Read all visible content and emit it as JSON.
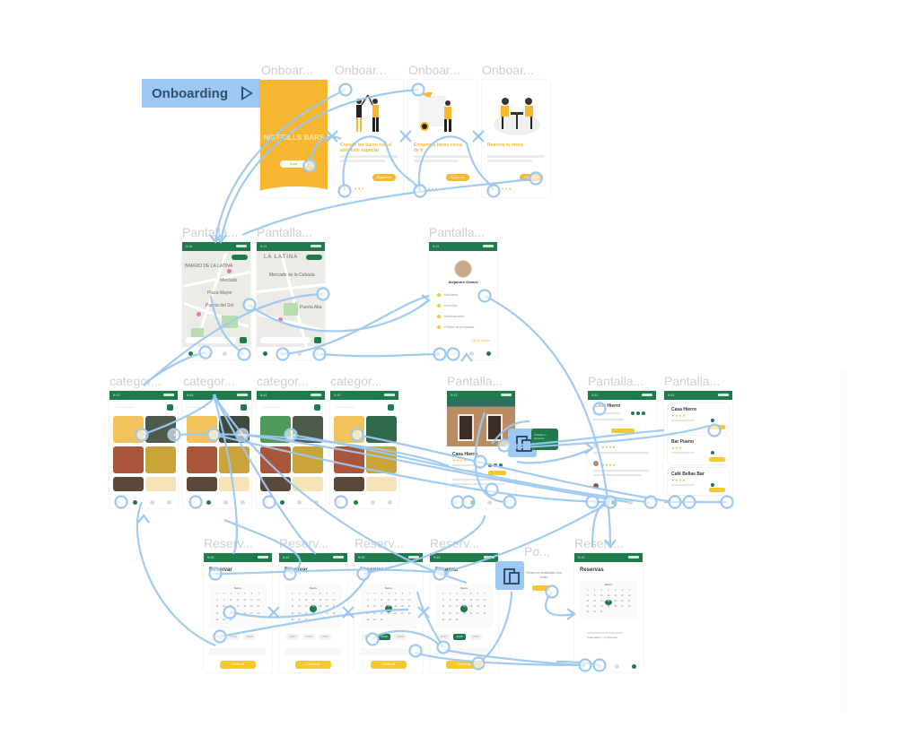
{
  "canvas": {
    "flow_start": {
      "label": "Onboarding",
      "icon": "play-icon"
    },
    "accent_colors": {
      "brand_green": "#1f7a4c",
      "brand_yellow": "#f7b731",
      "connector_blue": "#9cc8f2"
    }
  },
  "frames": {
    "onboarding": [
      {
        "title": "Onboar...",
        "splash_title": "NO-FRILLS BARS",
        "cta": "Start"
      },
      {
        "title": "Onboar...",
        "headline": "Conoce los bares con el ambiente especial",
        "cta": "Siguiente"
      },
      {
        "title": "Onboar...",
        "headline": "Encuentra bares cerca de ti",
        "cta": "Siguiente"
      },
      {
        "title": "Onboar...",
        "headline": "Reserva tu mesa",
        "cta": "Empezar"
      }
    ],
    "maps": [
      {
        "title": "Pantalla...",
        "area_label": "BARRIO DE LA LATINA",
        "places": [
          "Plaza Mayor",
          "Mercado",
          "Puerta del Sol"
        ]
      },
      {
        "title": "Pantalla...",
        "area_label": "LA LATINA",
        "places": [
          "Mercado de la Cebada",
          "Puerta Alta"
        ]
      }
    ],
    "profile": {
      "title": "Pantalla...",
      "name": "Alejandro Gómez",
      "items": [
        "Mis datos",
        "Favoritos",
        "Notificaciones",
        "Política de privacidad"
      ],
      "logout": "Cerrar sesión"
    },
    "categories": [
      {
        "title": "categor..."
      },
      {
        "title": "categor..."
      },
      {
        "title": "categor..."
      },
      {
        "title": "categor..."
      }
    ],
    "detail": {
      "title": "Pantalla...",
      "bar_name": "Casa Hierro",
      "tooltip": "Añadido a favoritos"
    },
    "reviews": {
      "title": "Pantalla...",
      "bar_name": "Casa Hierro"
    },
    "list": {
      "title": "Pantalla...",
      "bars": [
        "Casa Hierro",
        "Bar Pueno",
        "Café Bellas Bar"
      ]
    },
    "reservations": [
      {
        "title": "Reserv...",
        "heading": "Reservar",
        "month": "Marzo",
        "cta": "Confirmar"
      },
      {
        "title": "Reserv...",
        "heading": "Reservar",
        "month": "Marzo",
        "cta": "Confirmar"
      },
      {
        "title": "Reserv...",
        "heading": "Reservar",
        "month": "Marzo",
        "cta": "Confirmar"
      },
      {
        "title": "Reserv...",
        "heading": "Reservar",
        "month": "Marzo",
        "cta": "Confirmar"
      }
    ],
    "popup": {
      "title": "Po...",
      "text": "Reserva realizada con éxito",
      "cta": "Aceptar"
    },
    "reserved": {
      "title": "Reserv...",
      "heading": "Reservas",
      "month": "Marzo",
      "note": "Casa Hierro - 4 personas"
    }
  }
}
